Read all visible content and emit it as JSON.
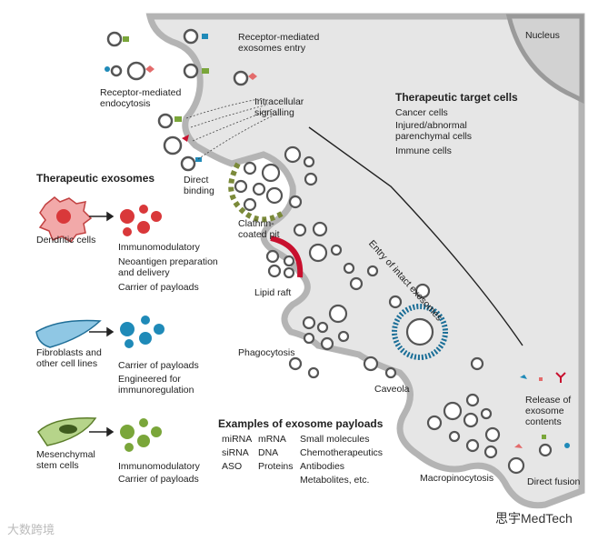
{
  "labels": {
    "nucleus": "Nucleus",
    "receptor_entry": "Receptor-mediated\nexosomes entry",
    "receptor_endocytosis": "Receptor-mediated\nendocytosis",
    "intracellular_signalling": "Intracellular\nsignalling",
    "direct_binding": "Direct\nbinding",
    "clathrin_pit": "Clathrin-\ncoated pit",
    "lipid_raft": "Lipid raft",
    "phagocytosis": "Phagocytosis",
    "caveola": "Caveola",
    "macropinocytosis": "Macropinocytosis",
    "direct_fusion": "Direct fusion",
    "release_contents": "Release of\nexosome\ncontents",
    "entry_intact": "Entry of intact exosomes"
  },
  "target_cells": {
    "title": "Therapeutic target cells",
    "items": [
      "Cancer cells",
      "Injured/abnormal\nparenchymal cells",
      "Immune cells"
    ]
  },
  "exosomes": {
    "title": "Therapeutic exosomes",
    "sources": [
      {
        "name": "Dendritic cells",
        "color": "#d9383a",
        "uses": [
          "Immunomodulatory",
          "Neoantigen preparation\nand delivery",
          "Carrier of payloads"
        ]
      },
      {
        "name": "Fibroblasts and\nother cell lines",
        "color": "#1f8ab8",
        "uses": [
          "Carrier of payloads",
          "Engineered for\nimmunoregulation"
        ]
      },
      {
        "name": "Mesenchymal\nstem cells",
        "color": "#7aa63a",
        "uses": [
          "Immunomodulatory",
          "Carrier of payloads"
        ]
      }
    ]
  },
  "payloads": {
    "title": "Examples of exosome payloads",
    "columns": [
      [
        "miRNA",
        "siRNA",
        "ASO"
      ],
      [
        "mRNA",
        "DNA",
        "Proteins"
      ],
      [
        "Small molecules",
        "Chemotherapeutics",
        "Antibodies",
        "Metabolites, etc."
      ]
    ]
  },
  "watermarks": {
    "left": "大数跨境",
    "right": "思宇MedTech"
  },
  "colors": {
    "cytoplasm": "#e6e6e6",
    "membrane": "#b4b4b4",
    "vesicle_stroke": "#555555",
    "clathrin": "#7b8a3a",
    "raft": "#c8102e",
    "caveolin": "#1a6e97"
  }
}
